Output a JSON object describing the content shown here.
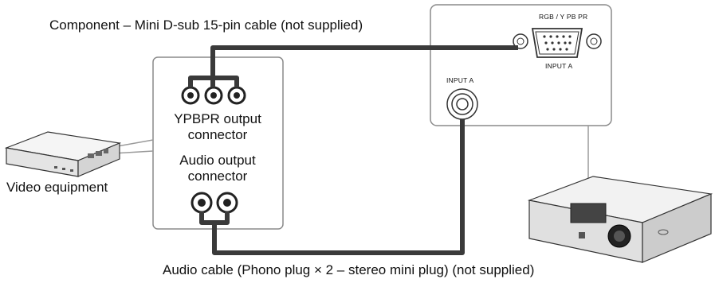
{
  "labels": {
    "component_cable": "Component – Mini D-sub 15-pin cable (not supplied)",
    "ypbpr_line1": "YPBPR output",
    "ypbpr_line2": "connector",
    "audio_line1": "Audio output",
    "audio_line2": "connector",
    "video_equipment": "Video equipment",
    "audio_cable": "Audio cable (Phono plug × 2 – stereo mini plug) (not supplied)",
    "port_rgb": "RGB / Y PB PR",
    "port_input_a_rgb": "INPUT A",
    "port_input_a_audio": "INPUT A"
  },
  "colors": {
    "cable": "#3a3a3a",
    "panel_border": "#8a8a8a",
    "device_fill": "#eeeeee"
  },
  "icons": [
    "video-equipment-icon",
    "projector-icon",
    "rca-jack-icon",
    "mini-dsub-connector-icon",
    "stereo-mini-jack-icon"
  ]
}
